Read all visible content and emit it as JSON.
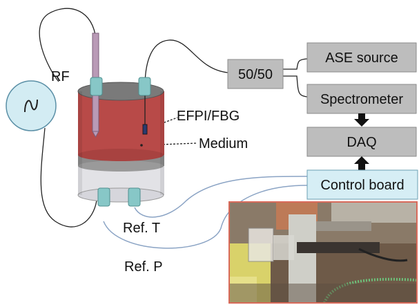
{
  "labels": {
    "rf": "RF",
    "efpi_fbg": "EFPI/FBG",
    "medium": "Medium",
    "ref_t": "Ref. T",
    "ref_p": "Ref. P"
  },
  "boxes": {
    "splitter": "50/50",
    "ase_source": "ASE source",
    "spectrometer": "Spectrometer",
    "daq": "DAQ",
    "control_board": "Control board"
  },
  "colors": {
    "gray_box": "#bdbdbd",
    "control_box": "#d6eef5",
    "rf_circle": "#d3ecf3",
    "cylinder_red": "#b84a48",
    "cylinder_top": "#7a7a7a",
    "clamp": "#87c7c7",
    "cable": "#8aa3c4",
    "photo_border": "#d96a5a"
  },
  "icons": {
    "rf_source": "sine-wave-icon",
    "arrows": "thick-down-arrow-icon"
  }
}
